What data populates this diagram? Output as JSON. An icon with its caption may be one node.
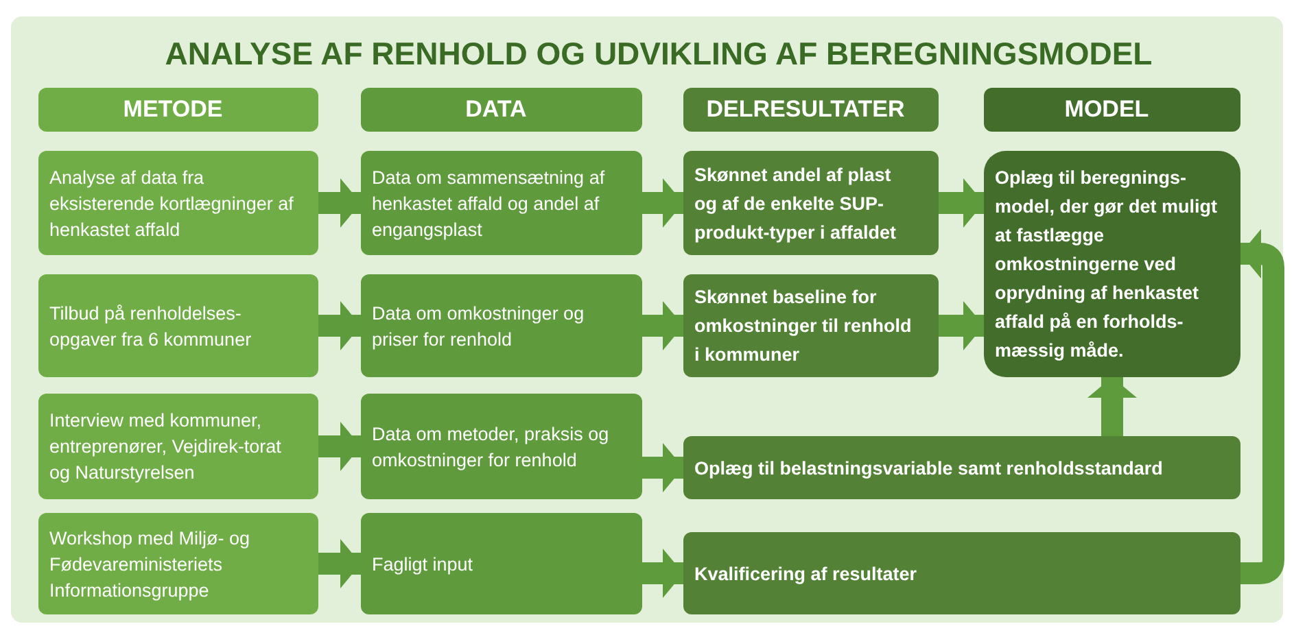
{
  "diagram": {
    "title": "ANALYSE AF RENHOLD OG UDVIKLING AF BEREGNINGSMODEL",
    "nodes": [
      {
        "text": [
          "METODE"
        ]
      },
      {
        "text": [
          "DATA"
        ]
      },
      {
        "text": [
          "DELRESULTATER"
        ]
      },
      {
        "text": [
          "MODEL"
        ]
      },
      {
        "text": [
          "Analyse af data fra eksisterende kortlægninger af henkastet affald"
        ]
      },
      {
        "text": [
          "Data om sammensætning af henkastet affald og andel af engangsplast"
        ]
      },
      {
        "text": [
          "Skønnet andel af plast og af de enkelte SUP-produkt-typer i affaldet"
        ]
      },
      {
        "text": [
          "Oplæg til beregnings-model, der gør det muligt at fastlægge omkostningerne ved oprydning af henkastet affald på en forholds-mæssig måde."
        ]
      },
      {
        "text": [
          "Tilbud på renholdelses-opgaver fra 6 kommuner"
        ]
      },
      {
        "text": [
          "Data om omkostninger og priser for renhold"
        ]
      },
      {
        "text": [
          "Skønnet baseline for omkostninger til renhold i kommuner"
        ]
      },
      {
        "text": [
          "Interview med kommuner, entreprenører, Vejdirek-torat og Naturstyrelsen"
        ]
      },
      {
        "text": [
          "Data om metoder, praksis og omkostninger for renhold"
        ]
      },
      {
        "text": [
          "Oplæg til belastningsvariable samt renholdsstandard"
        ]
      },
      {
        "text": [
          "Workshop med Miljø- og Fødevareministeriets Informationsgruppe"
        ]
      },
      {
        "text": [
          "Fagligt input"
        ]
      },
      {
        "text": [
          "Kvalificering af resultater"
        ]
      }
    ],
    "edges": [
      {
        "from": 4,
        "to": 5,
        "arrow": "to"
      },
      {
        "from": 5,
        "to": 6,
        "arrow": "to"
      },
      {
        "from": 6,
        "to": 7,
        "arrow": "to"
      },
      {
        "from": 8,
        "to": 9,
        "arrow": "to"
      },
      {
        "from": 9,
        "to": 10,
        "arrow": "to"
      },
      {
        "from": 10,
        "to": 7,
        "arrow": "to"
      },
      {
        "from": 11,
        "to": 12,
        "arrow": "to"
      },
      {
        "from": 12,
        "to": 13,
        "arrow": "to"
      },
      {
        "from": 13,
        "to": 7,
        "arrow": "to"
      },
      {
        "from": 14,
        "to": 15,
        "arrow": "to"
      },
      {
        "from": 15,
        "to": 16,
        "arrow": "to"
      },
      {
        "from": 16,
        "to": 7,
        "arrow": "to"
      }
    ]
  }
}
